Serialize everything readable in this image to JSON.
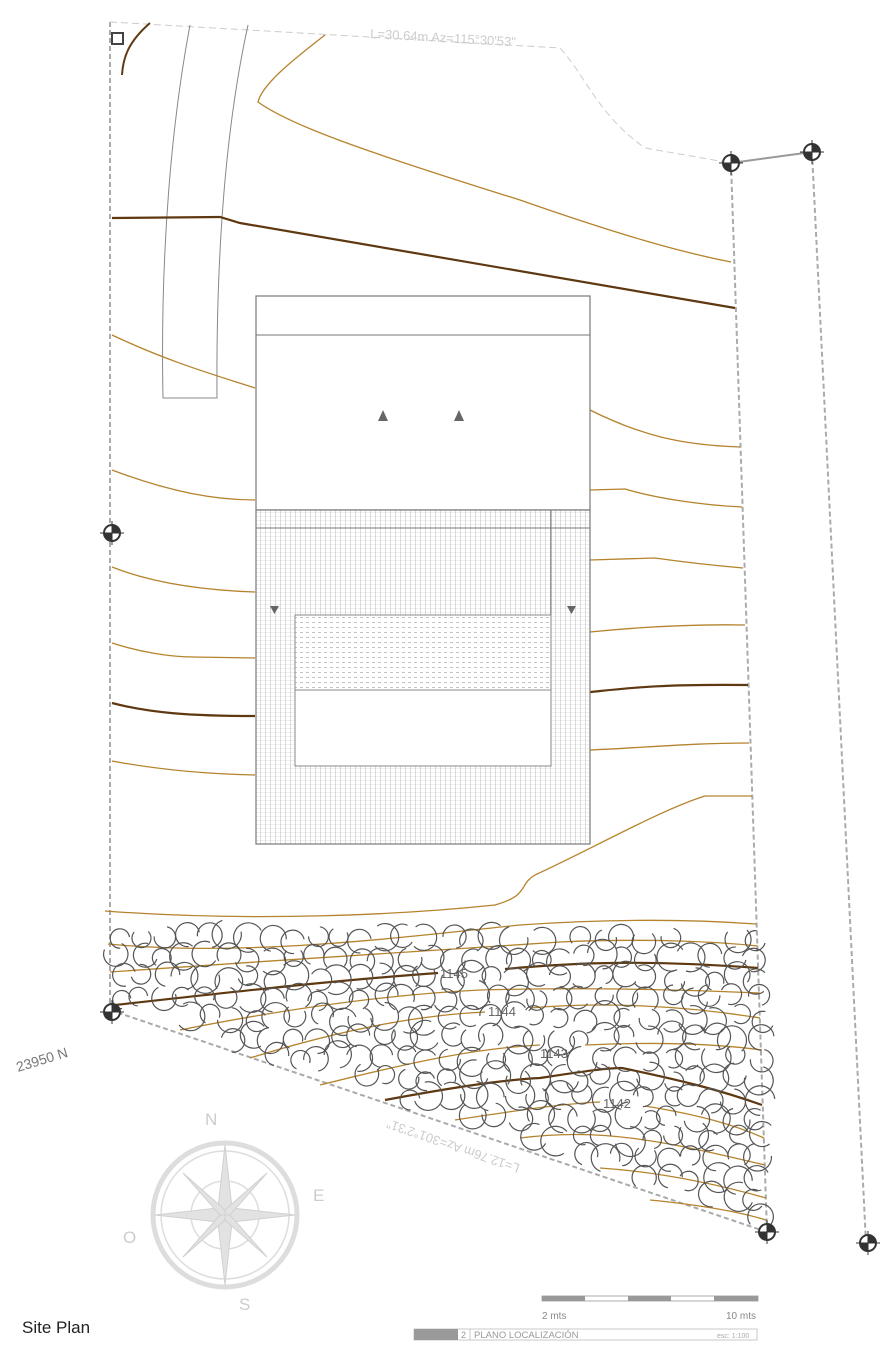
{
  "caption": "Site Plan",
  "survey": {
    "north_boundary": "L=30.64m  Az=115°30'53\"",
    "south_boundary": "L=12.76m  Az=301°2'31\"",
    "coordinate": "23950  N"
  },
  "contours": [
    "1145",
    "1144",
    "1143",
    "1142"
  ],
  "compass": {
    "n": "N",
    "e": "E",
    "s": "S",
    "o": "O"
  },
  "scale_bar": {
    "label_left": "2 mts",
    "label_right": "10 mts"
  },
  "title_block": {
    "number": "2",
    "title": "PLANO LOCALIZACIÓN",
    "scale": "esc: 1:100"
  },
  "colors": {
    "contour": "#b5832c",
    "contour_index": "#5e3810",
    "linework": "#777777",
    "boundary": "#aaaaaa"
  }
}
